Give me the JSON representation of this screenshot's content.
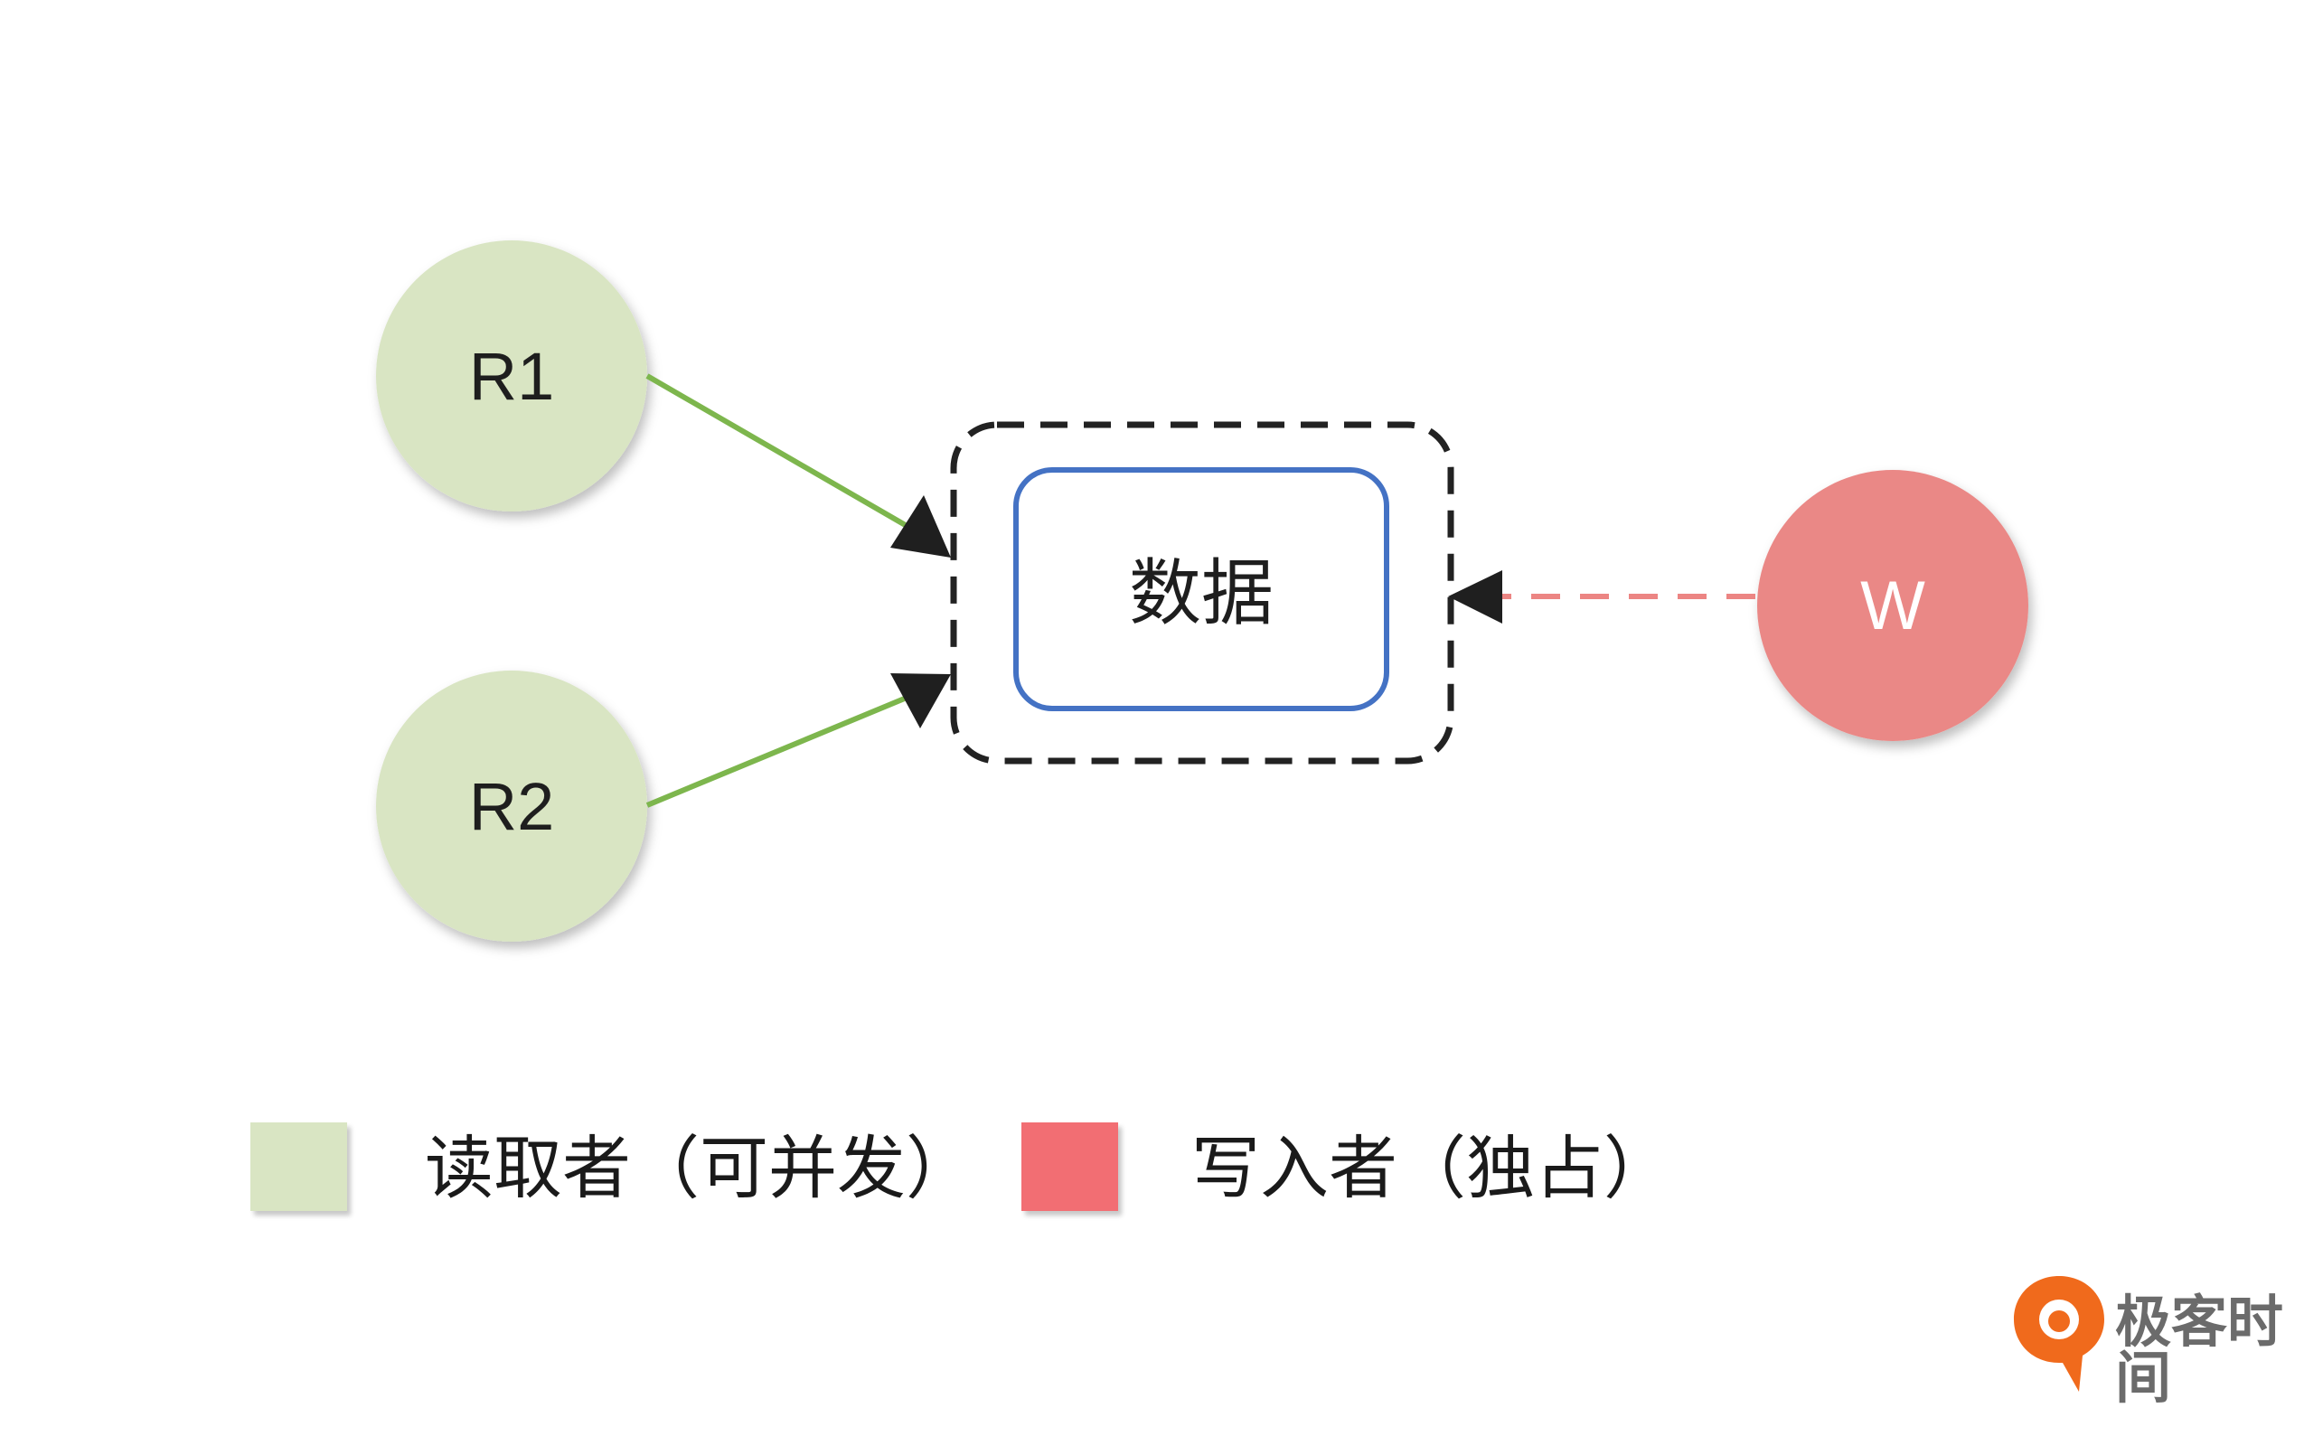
{
  "nodes": {
    "r1": {
      "label": "R1"
    },
    "r2": {
      "label": "R2"
    },
    "w": {
      "label": "W"
    },
    "data": {
      "label": "数据"
    }
  },
  "legend": {
    "reader": {
      "label": "读取者（可并发）",
      "color": "#d9e5c3"
    },
    "writer": {
      "label": "写入者（独占）",
      "color": "#f26e73"
    }
  },
  "colors": {
    "reader_node": "#d9e5c3",
    "writer_node": "#ea8886",
    "reader_edge": "#7db64d",
    "writer_edge": "#ec8583",
    "data_border": "#4472c4",
    "lock_border": "#222222",
    "brand": "#f06a1c"
  },
  "brand": {
    "name": "极客时间",
    "icon": "geektime-logo-icon"
  }
}
